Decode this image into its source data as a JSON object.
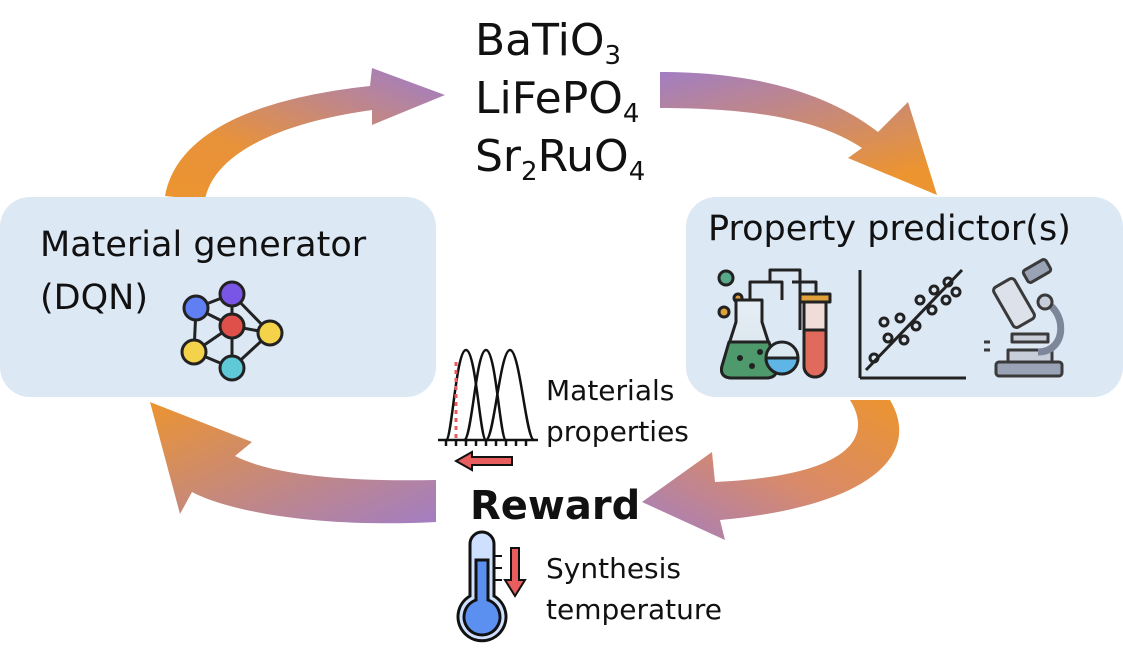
{
  "generator": {
    "title": "Material generator",
    "subtitle": "(DQN)",
    "icon": "neural-network-icon"
  },
  "materials": [
    {
      "base": "BaTi",
      "elem": "O",
      "sub": "3",
      "tail": "",
      "tail_sub": ""
    },
    {
      "base": "LiFeP",
      "elem": "O",
      "sub": "4",
      "tail": "",
      "tail_sub": ""
    },
    {
      "base": "Sr",
      "elem": "",
      "sub": "2",
      "tail": "RuO",
      "tail_sub": "4"
    }
  ],
  "predictor": {
    "title": "Property predictor(s)",
    "icons": [
      "chemistry-lab-icon",
      "scatter-plot-icon",
      "microscope-icon"
    ]
  },
  "reward": {
    "title": "Reward",
    "properties_line1": "Materials",
    "properties_line2": "properties",
    "synthesis_line1": "Synthesis",
    "synthesis_line2": "temperature"
  },
  "colors": {
    "box_fill": "#dde8f5",
    "arrow_purple": "#a27ec3",
    "arrow_orange": "#ec9430",
    "indicator_red": "#e85d5d",
    "thermo_blue": "#5b8ff0"
  }
}
